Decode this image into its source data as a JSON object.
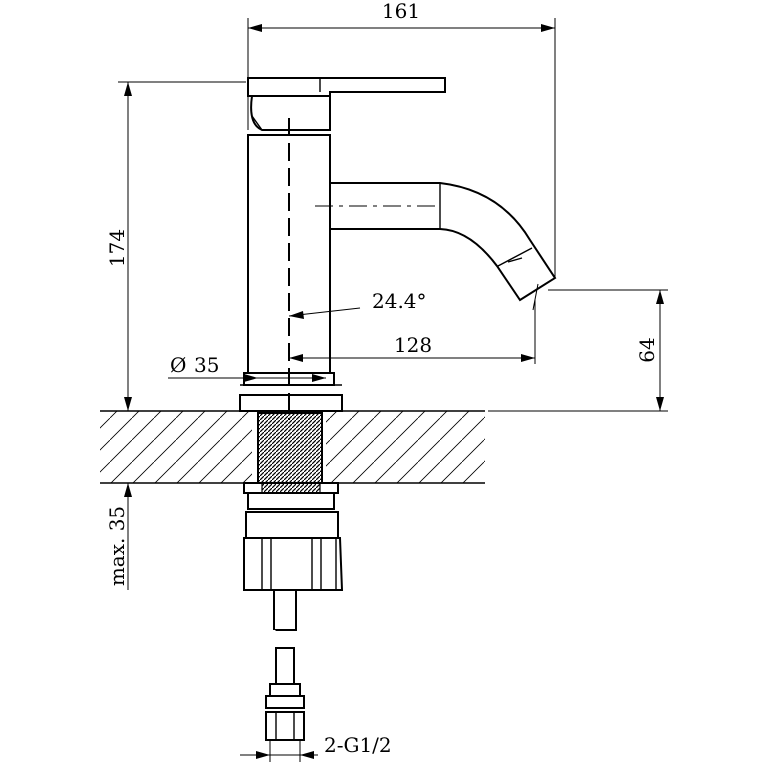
{
  "dimensions": {
    "overall_width": "161",
    "overall_height": "174",
    "spout_angle": "24.4°",
    "spout_reach": "128",
    "spout_height": "64",
    "body_diameter": "35",
    "diameter_symbol": "Ø",
    "max_deck_thickness": "max. 35",
    "connection_thread": "2-G1/2"
  }
}
